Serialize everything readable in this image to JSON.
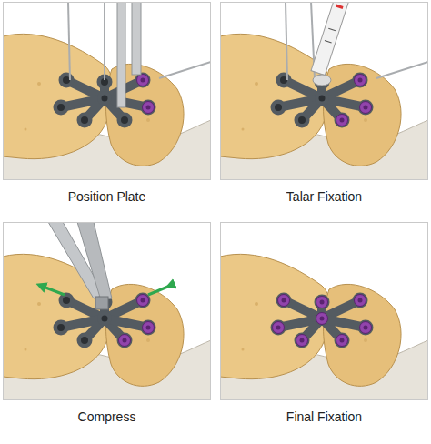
{
  "diagram": {
    "nodes": [
      {
        "text": [
          "Position Plate"
        ]
      },
      {
        "text": [
          "Talar Fixation"
        ]
      },
      {
        "text": [
          "Compress"
        ]
      },
      {
        "text": [
          "Final Fixation"
        ]
      }
    ]
  }
}
